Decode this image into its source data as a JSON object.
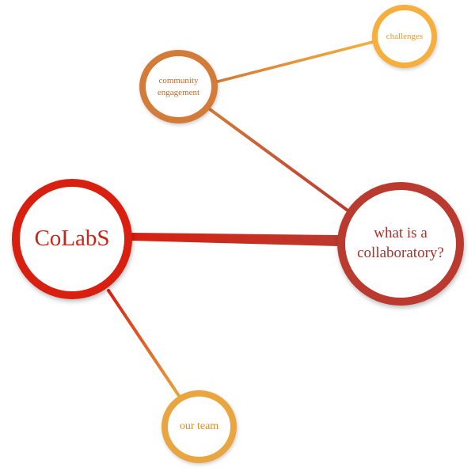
{
  "diagram": {
    "type": "mind-map",
    "nodes": [
      {
        "id": "colabs",
        "label": "CoLabS",
        "border_color": "#d81f10",
        "text_color": "#c8261a"
      },
      {
        "id": "collaboratory",
        "label": "what is a\ncollaboratory?",
        "border_color": "#bb3a2f",
        "text_color": "#a8322b"
      },
      {
        "id": "community",
        "label": "community\nengagement",
        "border_color": "#d37b38",
        "text_color": "#c46a2c"
      },
      {
        "id": "challenges",
        "label": "challenges",
        "border_color": "#f6ae3d",
        "text_color": "#e79a2a"
      },
      {
        "id": "team",
        "label": "our team",
        "border_color": "#e9a640",
        "text_color": "#d98f2a"
      }
    ],
    "edges": [
      {
        "from": "colabs",
        "to": "collaboratory",
        "color_from": "#d81f10",
        "color_to": "#bb3a2f",
        "weight": "heavy"
      },
      {
        "from": "colabs",
        "to": "team",
        "color_from": "#d81f10",
        "color_to": "#e9a640",
        "weight": "light"
      },
      {
        "from": "collaboratory",
        "to": "community",
        "color_from": "#bb3a2f",
        "color_to": "#d37b38",
        "weight": "light"
      },
      {
        "from": "community",
        "to": "challenges",
        "color_from": "#d37b38",
        "color_to": "#f6ae3d",
        "weight": "light"
      }
    ]
  }
}
